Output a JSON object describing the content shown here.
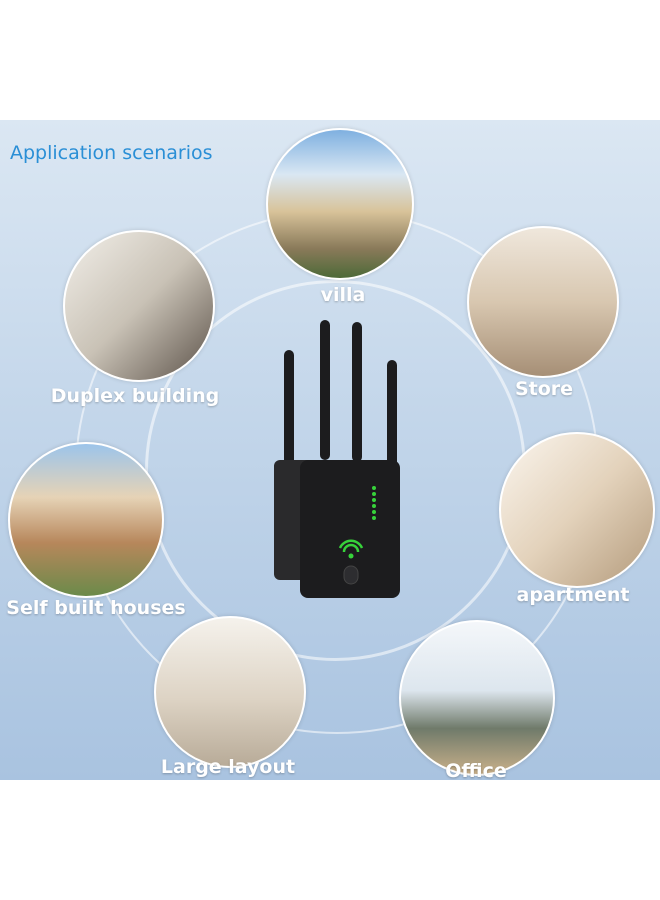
{
  "title": "Application scenarios",
  "scenarios": [
    {
      "label": "villa",
      "icon": "villa-photo"
    },
    {
      "label": "Duplex building",
      "icon": "duplex-photo"
    },
    {
      "label": "Store",
      "icon": "store-photo"
    },
    {
      "label": "Self built houses",
      "icon": "house-photo"
    },
    {
      "label": "apartment",
      "icon": "apartment-photo"
    },
    {
      "label": "Large layout",
      "icon": "large-layout-photo"
    },
    {
      "label": "Office",
      "icon": "office-photo"
    }
  ],
  "colors": {
    "title": "#2a8fd6",
    "led": "#37d23a",
    "device": "#1c1c1e"
  }
}
